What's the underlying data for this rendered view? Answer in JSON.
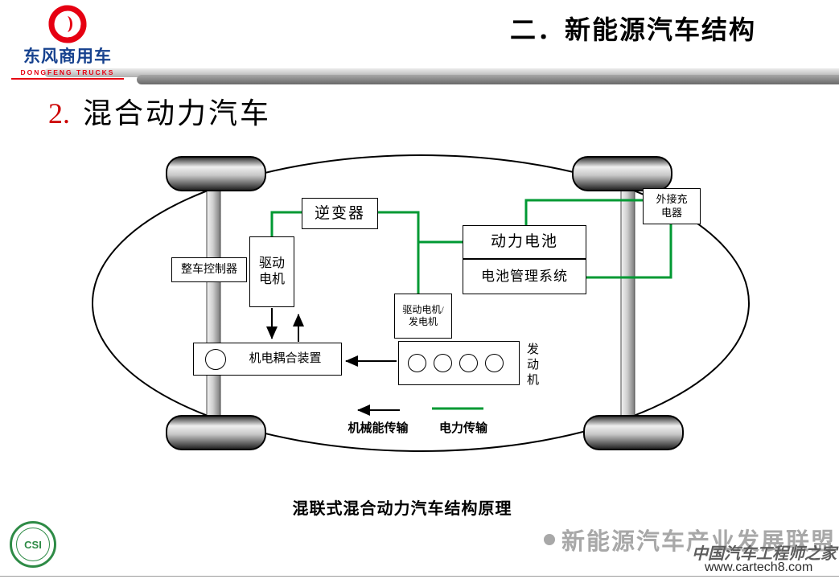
{
  "slide": {
    "title": "二．新能源汽车结构",
    "heading_number": "2.",
    "heading_text": "混合动力汽车"
  },
  "logo": {
    "brand_cn": "东风商用车",
    "brand_en": "DONGFENG TRUCKS"
  },
  "diagram": {
    "components": {
      "inverter": "逆变器",
      "external_charger": [
        "外接充",
        "电器"
      ],
      "power_battery": "动力电池",
      "battery_management": "电池管理系统",
      "vehicle_controller": "整车控制器",
      "drive_motor": [
        "驱动",
        "电机"
      ],
      "motor_generator": [
        "驱动电机/",
        "发电机"
      ],
      "coupling_device": "机电耦合装置",
      "engine": "发动机"
    },
    "legend": {
      "mechanical_label": "机械能传输",
      "electric_label": "电力传输"
    },
    "caption": "混联式混合动力汽车结构原理"
  },
  "footer": {
    "alliance_watermark": "新能源汽车产业发展联盟",
    "site_name": "中国汽车工程师之家",
    "site_url": "www.cartech8.com",
    "seal_text": "CSI"
  },
  "colors": {
    "electric_line": "#009933",
    "mechanical_line": "#000000",
    "brand_red": "#e60012",
    "brand_blue": "#16418e",
    "heading_red": "#cc0000",
    "watermark_gray": "#a8a8a8",
    "seal_green": "#2e8b46"
  }
}
